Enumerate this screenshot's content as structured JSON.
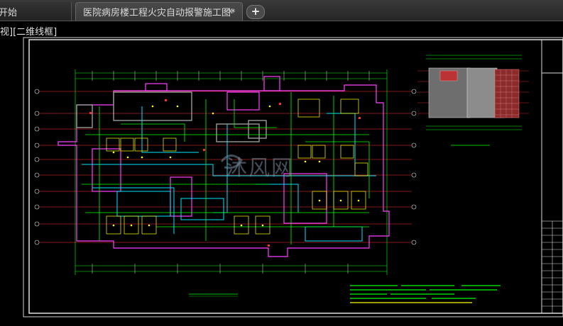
{
  "tabs": [
    {
      "label": "开始",
      "active": false
    },
    {
      "label": "医院病房楼工程火灾自动报警施工图*",
      "active": true
    }
  ],
  "tab_close_icon": "close-icon",
  "tab_add_icon": "plus-icon",
  "view_label": "视][二维线框]",
  "watermark": "沐风网",
  "colors": {
    "background": "#000000",
    "walls": "#ff40ff",
    "wiring": "#00ff00",
    "ducts": "#00ffff",
    "devices": "#ffff00",
    "axis_lines": "#ff3030"
  }
}
